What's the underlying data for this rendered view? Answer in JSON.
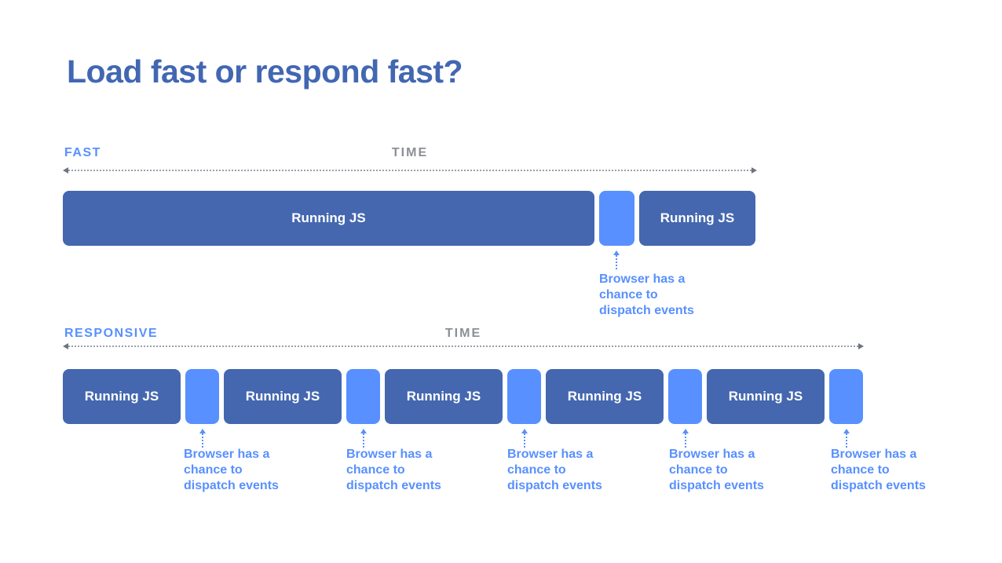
{
  "title": "Load fast or respond fast?",
  "colors": {
    "title_blue": "#4267b2",
    "running_js_blue": "#4467af",
    "idle_gap_blue": "#5890ff",
    "annotation_blue": "#5890ff",
    "time_label_gray": "#8c8f96",
    "axis_dot_gray": "#99a0ab",
    "background": "#ffffff"
  },
  "fast_timeline": {
    "label": "FAST",
    "time_label": "TIME",
    "blocks": [
      {
        "type": "running-js",
        "label": "Running JS"
      },
      {
        "type": "idle-gap",
        "label": ""
      },
      {
        "type": "running-js",
        "label": "Running JS"
      }
    ],
    "annotations": [
      "Browser has a\nchance to\ndispatch events"
    ]
  },
  "responsive_timeline": {
    "label": "RESPONSIVE",
    "time_label": "TIME",
    "blocks": [
      {
        "type": "running-js",
        "label": "Running JS"
      },
      {
        "type": "idle-gap",
        "label": ""
      },
      {
        "type": "running-js",
        "label": "Running JS"
      },
      {
        "type": "idle-gap",
        "label": ""
      },
      {
        "type": "running-js",
        "label": "Running JS"
      },
      {
        "type": "idle-gap",
        "label": ""
      },
      {
        "type": "running-js",
        "label": "Running JS"
      },
      {
        "type": "idle-gap",
        "label": ""
      },
      {
        "type": "running-js",
        "label": "Running JS"
      },
      {
        "type": "idle-gap",
        "label": ""
      }
    ],
    "annotations": [
      "Browser has a\nchance to\ndispatch events",
      "Browser has a\nchance to\ndispatch events",
      "Browser has a\nchance to\ndispatch events",
      "Browser has a\nchance to\ndispatch events",
      "Browser has a\nchance to\ndispatch events"
    ]
  }
}
